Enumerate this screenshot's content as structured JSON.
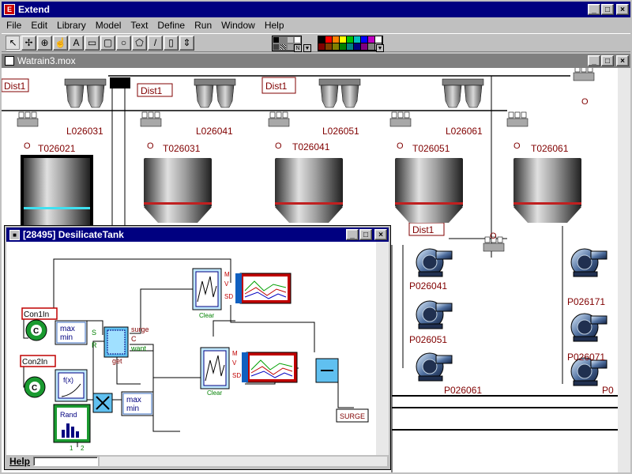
{
  "app": {
    "title": "Extend",
    "icon_glyph": "E",
    "controls": {
      "minimize": "_",
      "maximize": "□",
      "close": "×"
    }
  },
  "menu": [
    "File",
    "Edit",
    "Library",
    "Model",
    "Text",
    "Define",
    "Run",
    "Window",
    "Help"
  ],
  "toolbar": {
    "tools": [
      {
        "icon": "pointer-icon",
        "glyph": "↖"
      },
      {
        "icon": "connect-pointer-icon",
        "glyph": "✢"
      },
      {
        "icon": "clone-icon",
        "glyph": "⊕"
      },
      {
        "icon": "hand-icon",
        "glyph": "☝"
      },
      {
        "icon": "text-icon",
        "glyph": "A"
      },
      {
        "icon": "rectangle-icon",
        "glyph": "▭"
      },
      {
        "icon": "rounded-rect-icon",
        "glyph": "▢"
      },
      {
        "icon": "oval-icon",
        "glyph": "○"
      },
      {
        "icon": "polygon-icon",
        "glyph": "⬠"
      },
      {
        "icon": "line-icon",
        "glyph": "/"
      },
      {
        "icon": "eraser-icon",
        "glyph": "▯"
      },
      {
        "icon": "zoom-icon",
        "glyph": "⇕"
      }
    ],
    "pattern_label": "N",
    "colors": [
      "#000000",
      "#ff0000",
      "#ff8000",
      "#ffff00",
      "#00c000",
      "#00c0c0",
      "#0000ff",
      "#c000c0",
      "#ffffff",
      "#800000",
      "#804000",
      "#808000",
      "#008000",
      "#008080",
      "#000080",
      "#800080",
      "#808080",
      "#c0c0c0"
    ]
  },
  "model_window": {
    "title": "Watrain3.mox",
    "dist_labels": [
      "Dist1",
      "Dist1",
      "Dist1",
      "Dist1"
    ],
    "loaders": [
      "L026031",
      "L026041",
      "L026051",
      "L026061"
    ],
    "tanks": [
      "T026021",
      "T026031",
      "T026041",
      "T026051",
      "T026061"
    ],
    "pumps": [
      "P026041",
      "P026051",
      "P026061",
      "P026171",
      "P026071",
      "P0"
    ],
    "small_o": "O"
  },
  "desilicate_window": {
    "title": "[28495]   DesilicateTank",
    "help_label": "Help",
    "inputs": [
      "Con1In",
      "Con2In"
    ],
    "const_label": "C",
    "maxmin_label": [
      "max",
      "min"
    ],
    "fx_label": "f(x)",
    "rand_label": "Rand",
    "tank_ports": [
      "surge",
      "C",
      "want",
      "S",
      "R",
      "get"
    ],
    "plotter_ports": [
      "M",
      "V",
      "SD"
    ],
    "clear_label": "Clear",
    "surge_label": "SURGE",
    "rand_ports": [
      "1",
      "2"
    ]
  }
}
